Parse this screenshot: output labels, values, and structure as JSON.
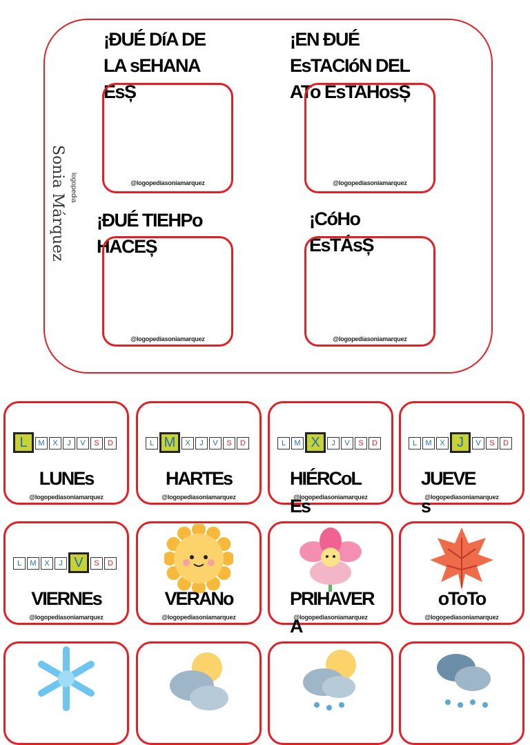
{
  "questions": [
    {
      "text": "¡ÐUÉ DíA DE\n  LA sEHANA\n  EsȘ"
    },
    {
      "text": "¡EN ÐUÉ\nEsTACIóN DEL\nATo EsTAHosȘ"
    },
    {
      "text": "¡ÐUÉ TIEHPo\nHACEȘ"
    },
    {
      "text": "¡CóHo\nEsTÁsȘ"
    }
  ],
  "handle": "@logopediasoniamarquez",
  "logo": {
    "top": "logopedia",
    "name": "Sonia Márquez"
  },
  "week_letters": [
    "L",
    "M",
    "X",
    "J",
    "V",
    "S",
    "D"
  ],
  "cards": [
    {
      "word": "LUNEs",
      "highlight": "L"
    },
    {
      "word": "HARTEs",
      "highlight": "M"
    },
    {
      "word": "HIÉRCoL\nEs",
      "highlight": "X"
    },
    {
      "word": "JUEVE\ns",
      "highlight": "J"
    },
    {
      "word": "VIERNEs",
      "highlight": "V"
    },
    {
      "word": "VERANo",
      "icon": "sun-icon"
    },
    {
      "word": "PRIHAVER\nA",
      "icon": "flower-icon"
    },
    {
      "word": "oToTo",
      "icon": "leaf-icon"
    },
    {
      "word": "",
      "icon": "snowflake-icon"
    },
    {
      "word": "",
      "icon": "cloudy-sun-icon"
    },
    {
      "word": "",
      "icon": "rain-sun-icon"
    },
    {
      "word": "",
      "icon": "rain-cloud-icon"
    }
  ],
  "colors": {
    "accent": "#e31e24",
    "highlight": "#c8d232",
    "blue": "#1d6fb8"
  }
}
